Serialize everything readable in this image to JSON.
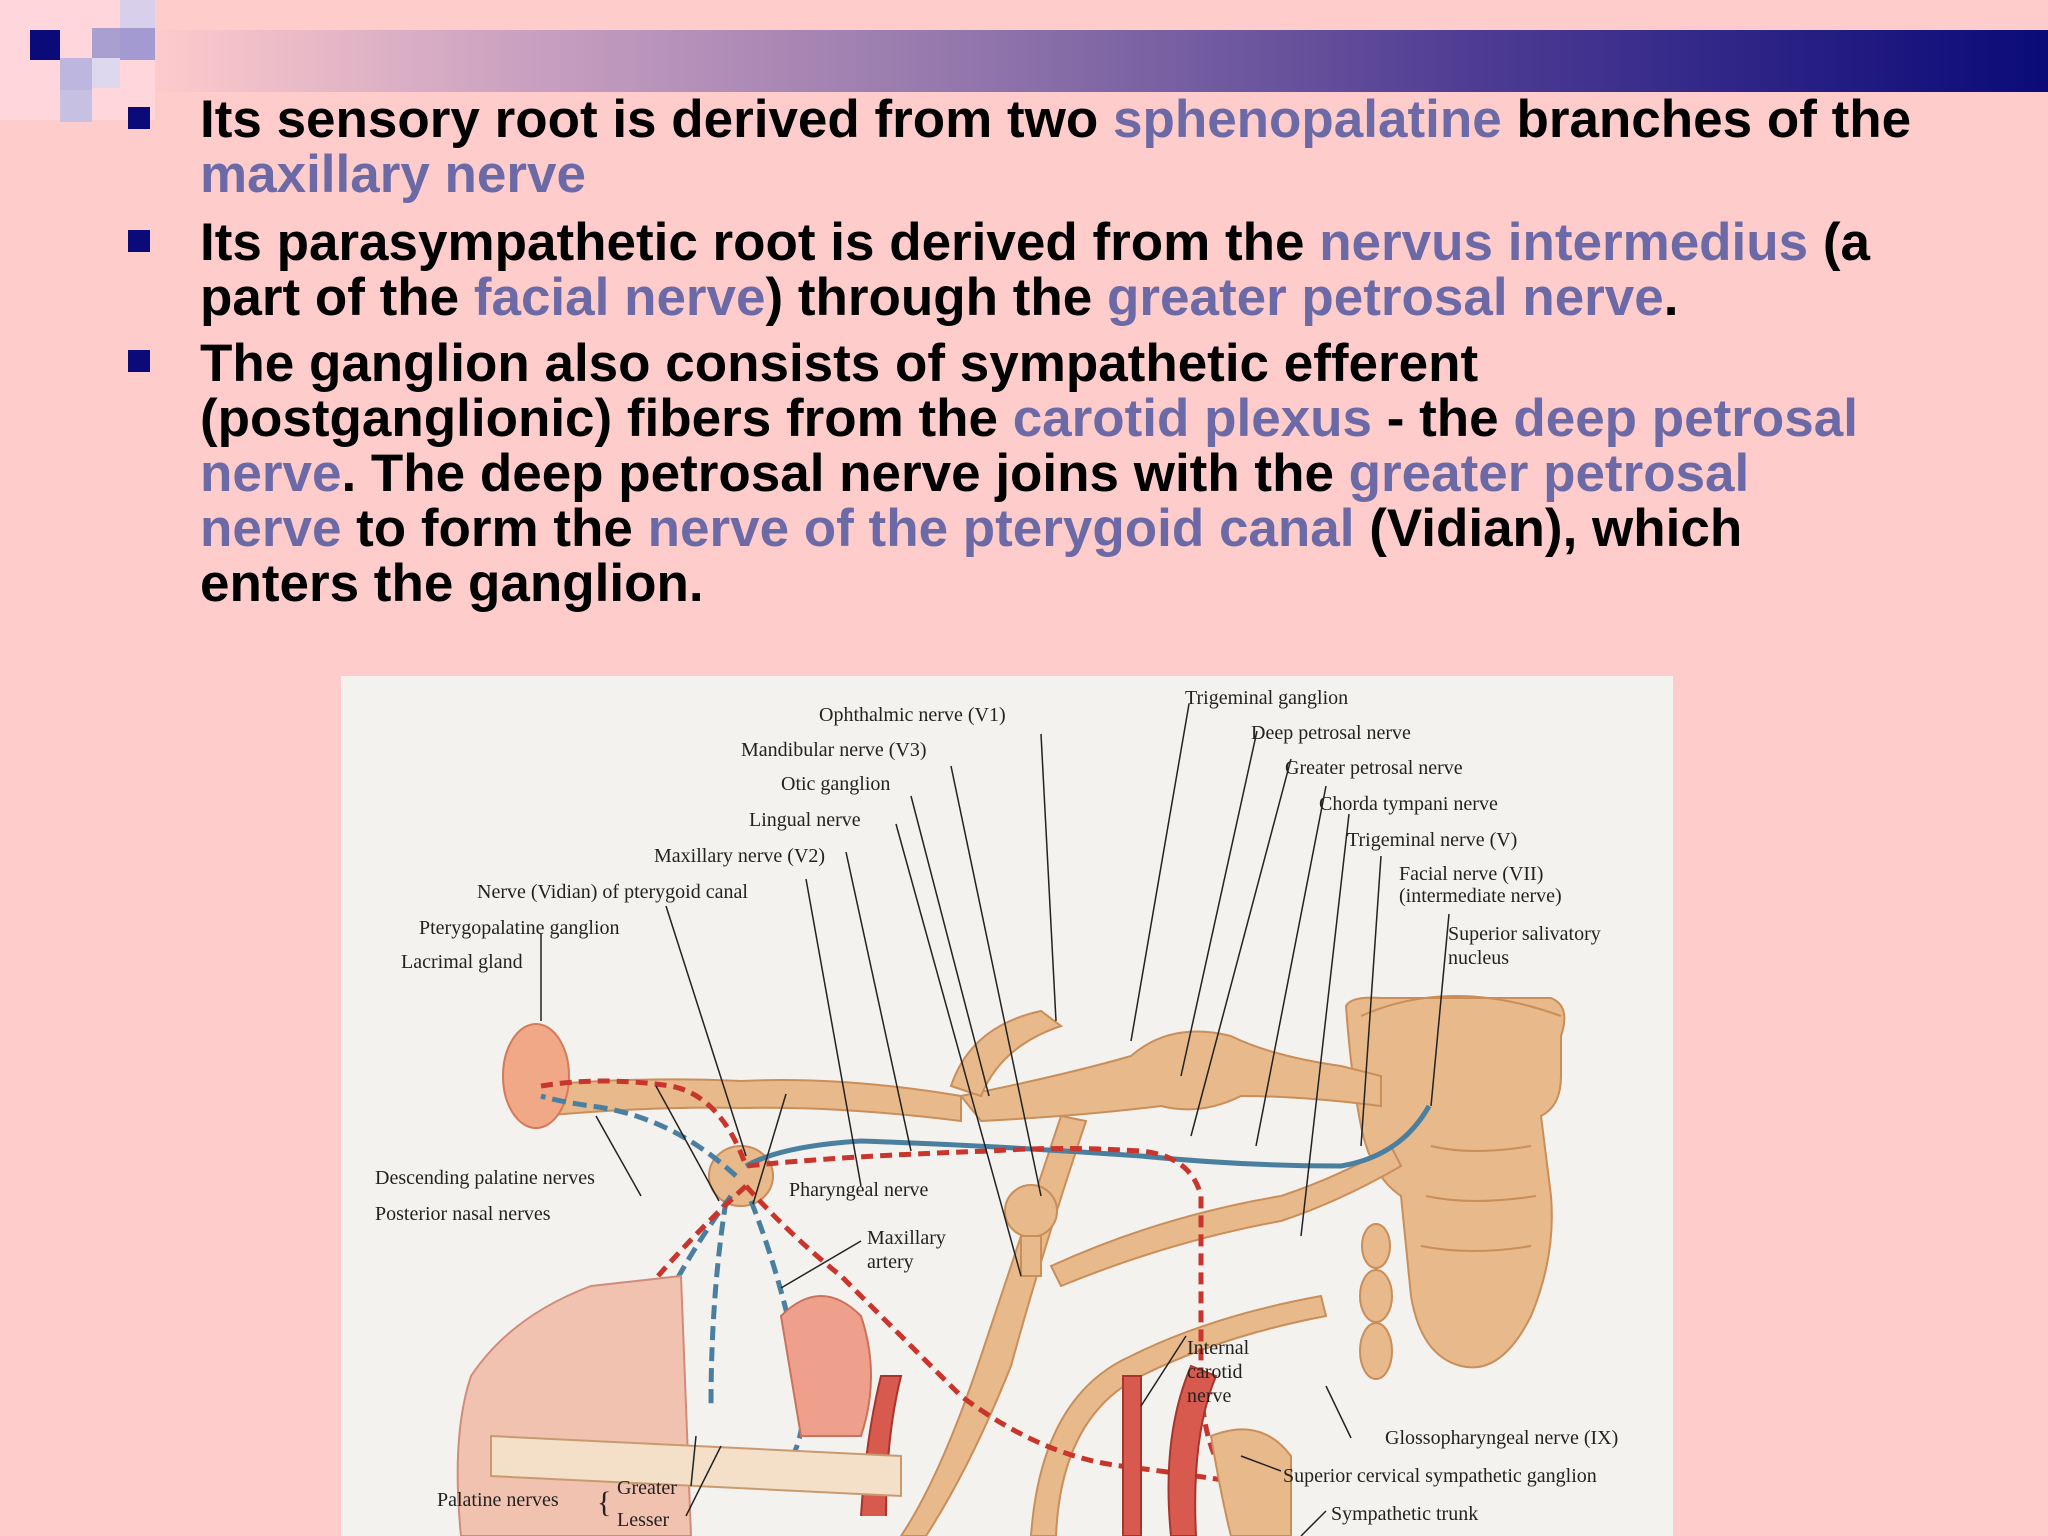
{
  "bullets": [
    {
      "runs": [
        {
          "text": "Its sensory root is derived from two ",
          "hl": false
        },
        {
          "text": "sphenopalatine",
          "hl": true
        },
        {
          "text": " branches of the ",
          "hl": false
        },
        {
          "text": "maxillary nerve",
          "hl": true
        }
      ]
    },
    {
      "runs": [
        {
          "text": "Its parasympathetic root is derived from the ",
          "hl": false
        },
        {
          "text": "nervus intermedius",
          "hl": true
        },
        {
          "text": " (a part of the ",
          "hl": false
        },
        {
          "text": "facial nerve",
          "hl": true
        },
        {
          "text": ") through the ",
          "hl": false
        },
        {
          "text": "greater petrosal nerve",
          "hl": true
        },
        {
          "text": ".",
          "hl": false
        }
      ]
    },
    {
      "runs": [
        {
          "text": "The ganglion also consists of sympathetic efferent (postganglionic) fibers from the ",
          "hl": false
        },
        {
          "text": "carotid plexus",
          "hl": true
        },
        {
          "text": "  - the ",
          "hl": false
        },
        {
          "text": "deep petrosal nerve",
          "hl": true
        },
        {
          "text": ". The deep petrosal nerve joins with the ",
          "hl": false
        },
        {
          "text": "greater petrosal nerve",
          "hl": true
        },
        {
          "text": " to form the ",
          "hl": false
        },
        {
          "text": "nerve of the pterygoid canal",
          "hl": true
        },
        {
          "text": " (Vidian), which enters the ganglion.",
          "hl": false
        }
      ]
    }
  ],
  "figure": {
    "labels": {
      "trigeminal_ganglion": "Trigeminal ganglion",
      "ophthalmic": "Ophthalmic nerve (V1)",
      "deep_petrosal": "Deep petrosal nerve",
      "mandibular": "Mandibular nerve (V3)",
      "greater_petrosal": "Greater petrosal nerve",
      "otic": "Otic ganglion",
      "chorda": "Chorda tympani nerve",
      "lingual": "Lingual nerve",
      "trigeminal_nerve": "Trigeminal nerve (V)",
      "maxillary": "Maxillary nerve (V2)",
      "facial1": "Facial nerve (VII)",
      "facial2": "(intermediate nerve)",
      "vidian": "Nerve (Vidian) of pterygoid canal",
      "sup_sal1": "Superior salivatory",
      "sup_sal2": "nucleus",
      "pterygopalatine": "Pterygopalatine ganglion",
      "lacrimal": "Lacrimal gland",
      "descending_palatine": "Descending palatine nerves",
      "pharyngeal": "Pharyngeal nerve",
      "posterior_nasal": "Posterior nasal nerves",
      "maxillary_artery1": "Maxillary",
      "maxillary_artery2": "artery",
      "internal_carotid1": "Internal",
      "internal_carotid2": "carotid",
      "internal_carotid3": "nerve",
      "glossopharyngeal": "Glossopharyngeal nerve (IX)",
      "palatine": "Palatine nerves",
      "greater": "Greater",
      "lesser": "Lesser",
      "sup_cervical": "Superior cervical sympathetic ganglion",
      "sympathetic_trunk": "Sympathetic trunk"
    }
  }
}
